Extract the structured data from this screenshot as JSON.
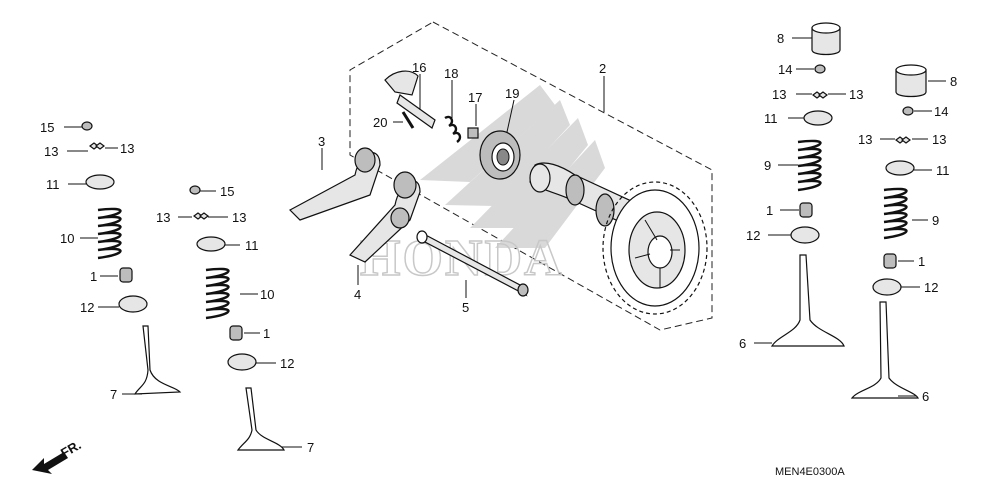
{
  "diagram_code": "MEN4E0300A",
  "front_indicator": "FR.",
  "brand_watermark": "HONDA",
  "callouts": {
    "c1a": "1",
    "c1b": "1",
    "c1c": "1",
    "c1d": "1",
    "c2": "2",
    "c3": "3",
    "c4": "4",
    "c5": "5",
    "c6a": "6",
    "c6b": "6",
    "c7a": "7",
    "c7b": "7",
    "c8a": "8",
    "c8b": "8",
    "c9a": "9",
    "c9b": "9",
    "c10a": "10",
    "c10b": "10",
    "c11a": "11",
    "c11b": "11",
    "c11c": "11",
    "c11d": "11",
    "c12a": "12",
    "c12b": "12",
    "c12c": "12",
    "c12d": "12",
    "c13a": "13",
    "c13b": "13",
    "c13c": "13",
    "c13d": "13",
    "c13e": "13",
    "c13f": "13",
    "c13g": "13",
    "c13h": "13",
    "c14a": "14",
    "c14b": "14",
    "c15a": "15",
    "c15b": "15",
    "c16": "16",
    "c17": "17",
    "c18": "18",
    "c19": "19",
    "c20": "20"
  }
}
